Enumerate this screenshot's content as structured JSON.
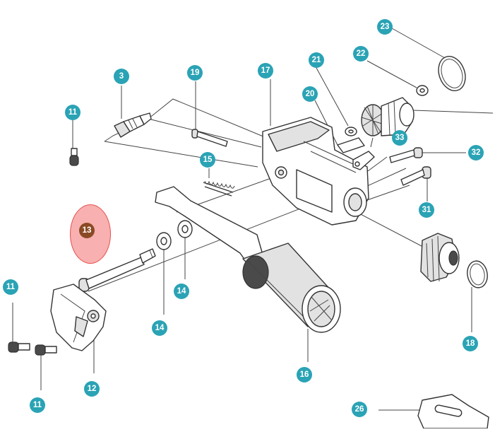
{
  "diagram": {
    "type": "exploded-parts-view",
    "selected_part": "13",
    "accent_color": "#2aa3b5",
    "selected_color": "#8a4a24",
    "highlight_color": "#f05050",
    "callouts": [
      {
        "id": "c3",
        "label": "3"
      },
      {
        "id": "c11a",
        "label": "11"
      },
      {
        "id": "c11b",
        "label": "11"
      },
      {
        "id": "c11c",
        "label": "11"
      },
      {
        "id": "c12",
        "label": "12"
      },
      {
        "id": "c13",
        "label": "13"
      },
      {
        "id": "c14a",
        "label": "14"
      },
      {
        "id": "c14b",
        "label": "14"
      },
      {
        "id": "c15",
        "label": "15"
      },
      {
        "id": "c16",
        "label": "16"
      },
      {
        "id": "c17",
        "label": "17"
      },
      {
        "id": "c18",
        "label": "18"
      },
      {
        "id": "c19",
        "label": "19"
      },
      {
        "id": "c20",
        "label": "20"
      },
      {
        "id": "c21",
        "label": "21"
      },
      {
        "id": "c22",
        "label": "22"
      },
      {
        "id": "c23",
        "label": "23"
      },
      {
        "id": "c26",
        "label": "26"
      },
      {
        "id": "c31",
        "label": "31"
      },
      {
        "id": "c32",
        "label": "32"
      },
      {
        "id": "c33",
        "label": "33"
      }
    ]
  }
}
